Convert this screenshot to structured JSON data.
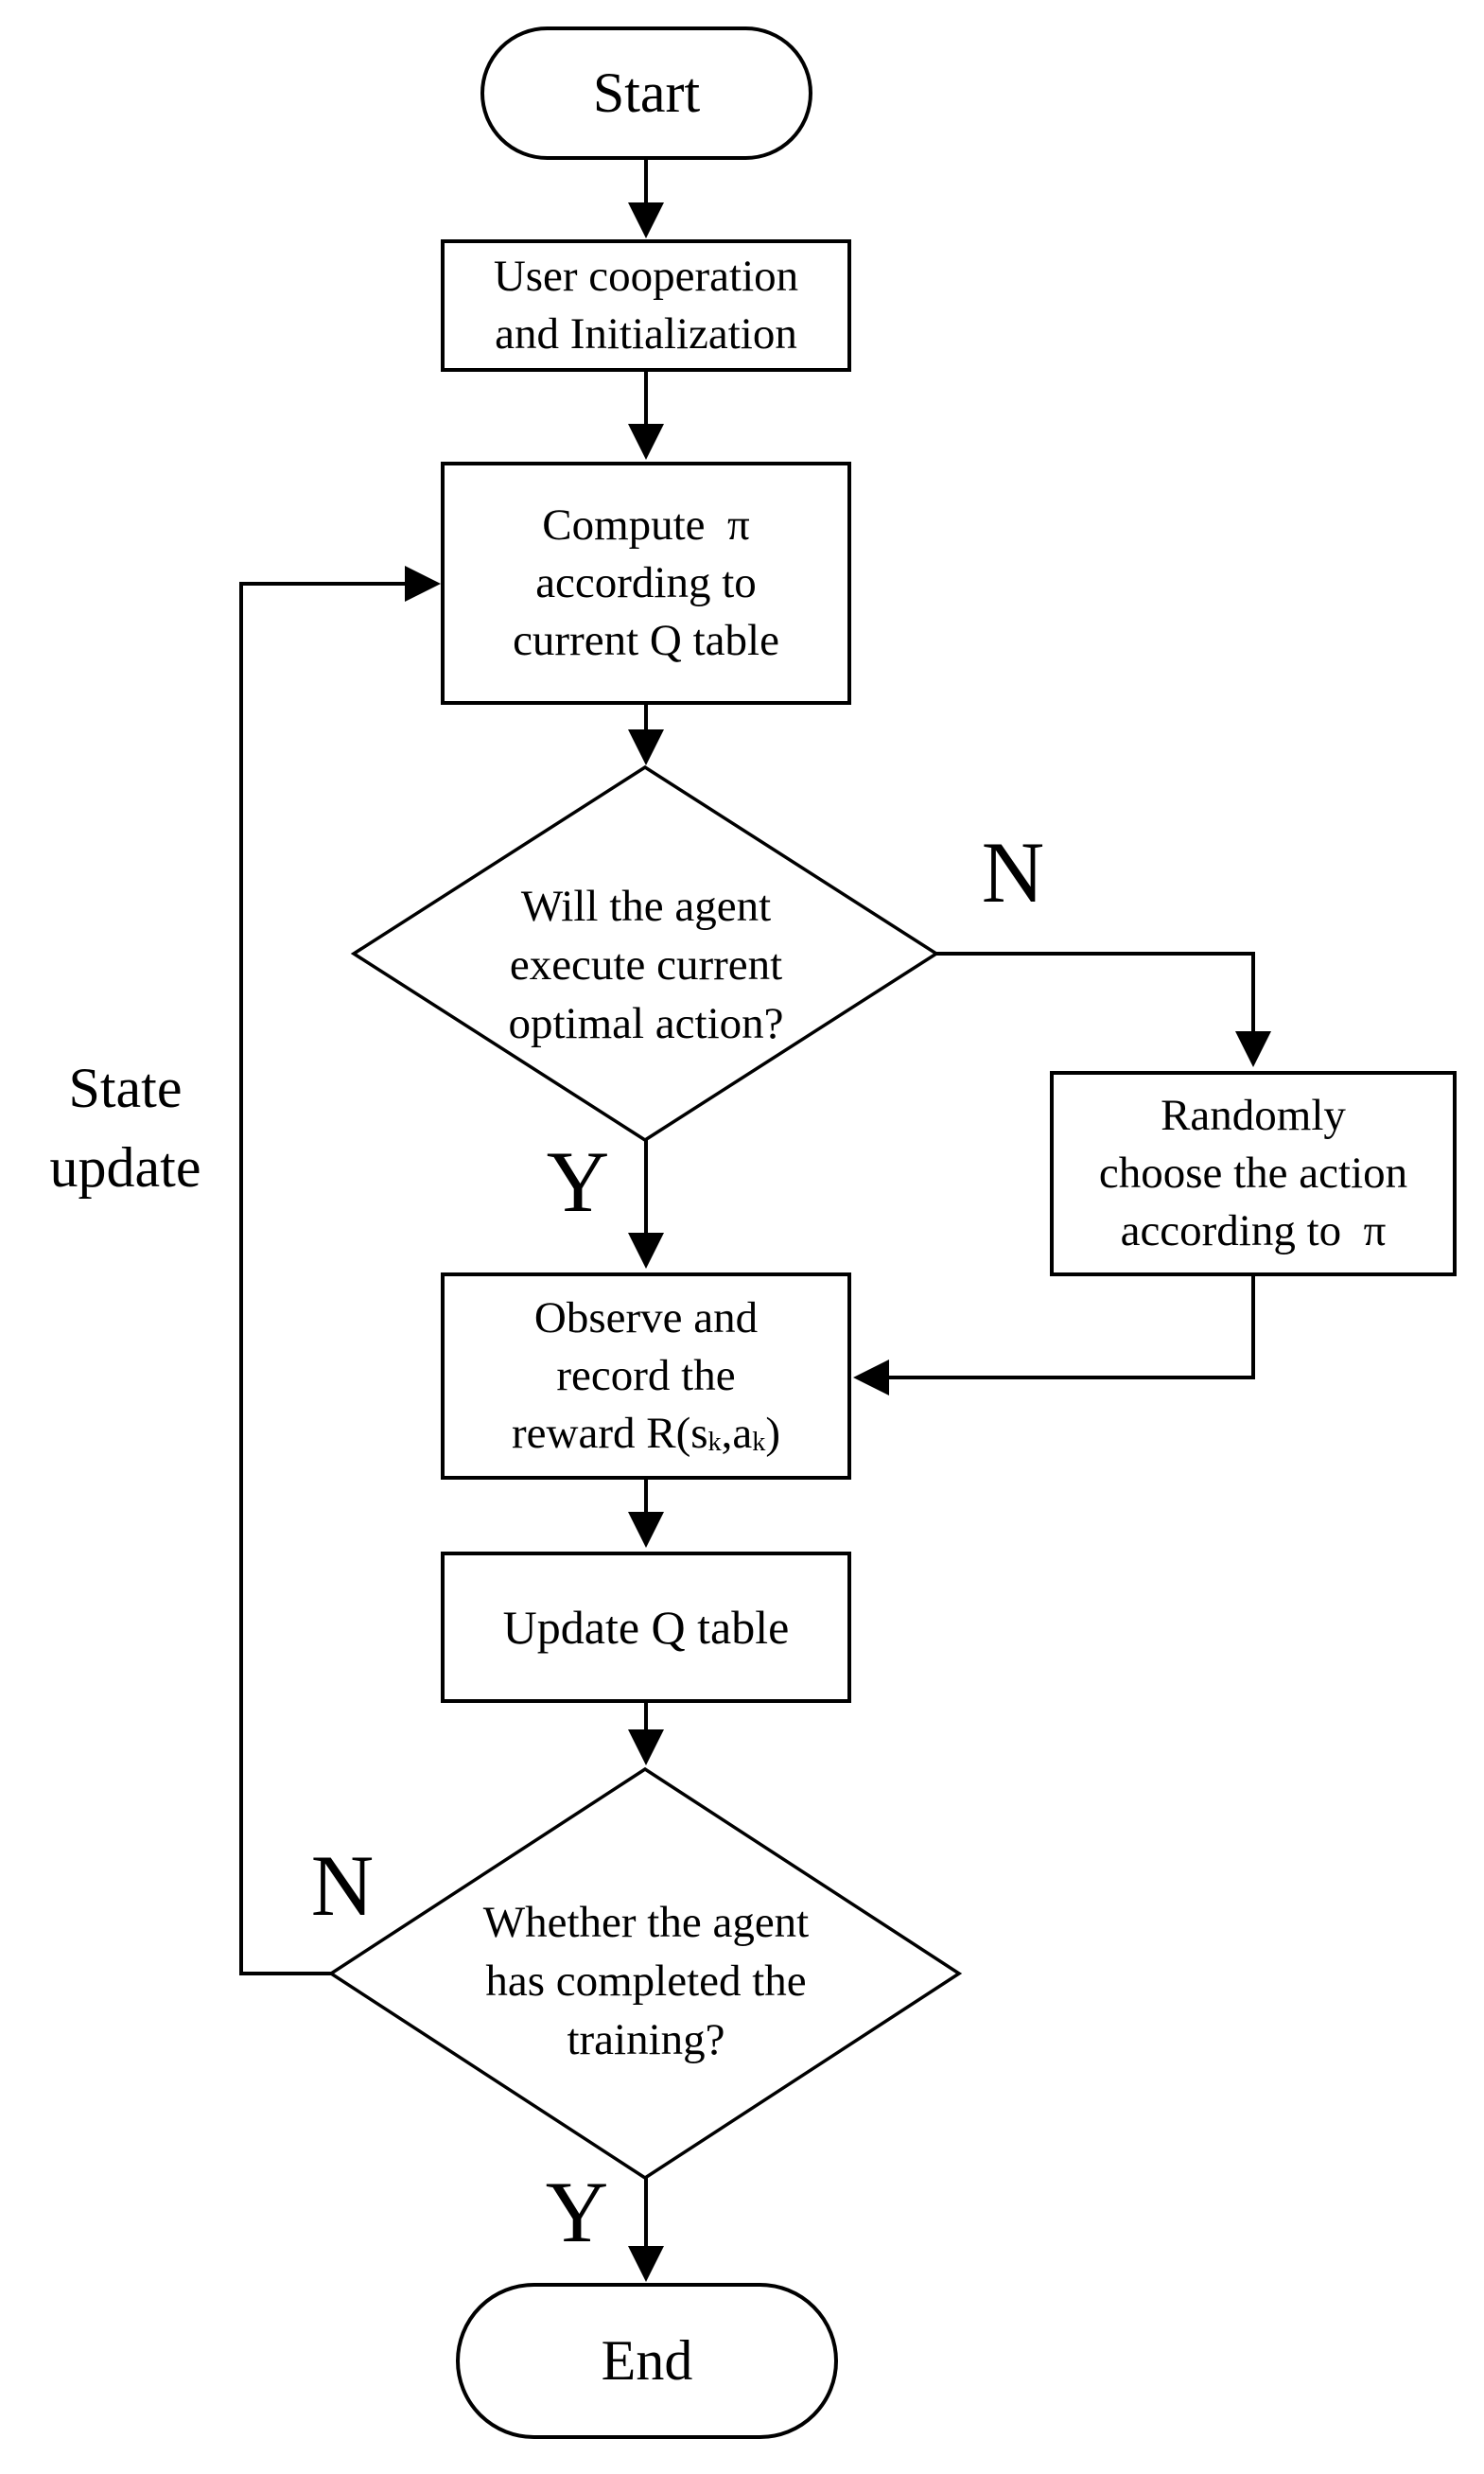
{
  "diagram": {
    "colors": {
      "background": "#ffffff",
      "stroke": "#000000",
      "text": "#000000"
    },
    "nodes": {
      "start": {
        "label": "Start"
      },
      "init": {
        "lines": [
          "User cooperation",
          "and Initialization"
        ]
      },
      "compute": {
        "lines": [
          "Compute  π",
          "according to",
          "current Q table"
        ]
      },
      "decision1": {
        "lines": [
          "Will the agent",
          "execute current",
          "optimal action?"
        ]
      },
      "random": {
        "lines": [
          "Randomly",
          "choose the action",
          "according to  π"
        ]
      },
      "observe": {
        "lines": [
          "Observe and",
          "record the"
        ],
        "reward": {
          "pre": "reward R(s",
          "sub1": "k",
          "mid": ",a",
          "sub2": "k",
          "post": ")"
        }
      },
      "update": {
        "label": "Update Q table"
      },
      "decision2": {
        "lines": [
          "Whether the agent",
          "has completed the",
          "training?"
        ]
      },
      "end": {
        "label": "End"
      }
    },
    "edge_labels": {
      "no1": "N",
      "yes1": "Y",
      "no2": "N",
      "yes2": "Y",
      "loop_lines": [
        "State",
        "update"
      ]
    }
  }
}
